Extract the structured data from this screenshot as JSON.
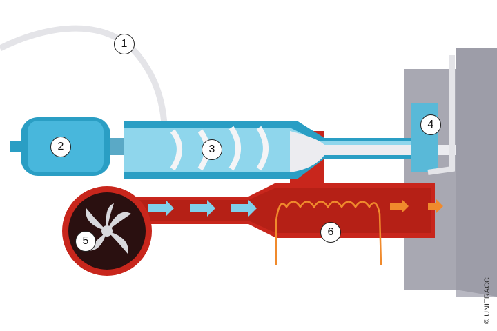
{
  "labels": {
    "n1": "1",
    "n2": "2",
    "n3": "3",
    "n4": "4",
    "n5": "5",
    "n6": "6"
  },
  "copyright": "© UNITRACC",
  "colors": {
    "blue": "#2a9ec4",
    "lightblue": "#8fd6ec",
    "red": "#c8261c",
    "orange": "#f08a2c",
    "grey": "#a9a9b4",
    "cable": "#e6e6ea"
  }
}
